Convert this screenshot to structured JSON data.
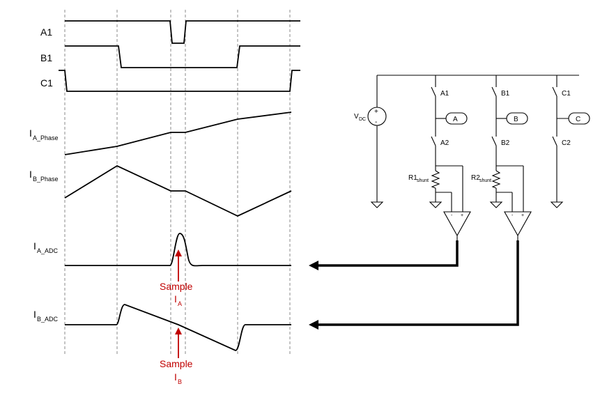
{
  "signals": {
    "a1": "A1",
    "b1": "B1",
    "c1": "C1",
    "ia_phase": {
      "main": "I",
      "sub": "A_Phase"
    },
    "ib_phase": {
      "main": "I",
      "sub": "B_Phase"
    },
    "ia_adc": {
      "main": "I",
      "sub": "A_ADC"
    },
    "ib_adc": {
      "main": "I",
      "sub": "B_ADC"
    }
  },
  "annotations": {
    "sample_a": {
      "word": "Sample",
      "main": "I",
      "sub": "A"
    },
    "sample_b": {
      "word": "Sample",
      "main": "I",
      "sub": "B"
    }
  },
  "circuit": {
    "vdc": {
      "main": "V",
      "sub": "DC"
    },
    "switches": {
      "a1": "A1",
      "a2": "A2",
      "b1": "B1",
      "b2": "B2",
      "c1": "C1",
      "c2": "C2"
    },
    "phase_nodes": {
      "a": "A",
      "b": "B",
      "c": "C"
    },
    "shunts": {
      "r1": {
        "main": "R1",
        "sub": "shunt"
      },
      "r2": {
        "main": "R2",
        "sub": "shunt"
      }
    },
    "plus": "+",
    "minus": "-"
  },
  "colors": {
    "annotation": "#c00000",
    "wire": "#000000",
    "grid": "#888888"
  }
}
